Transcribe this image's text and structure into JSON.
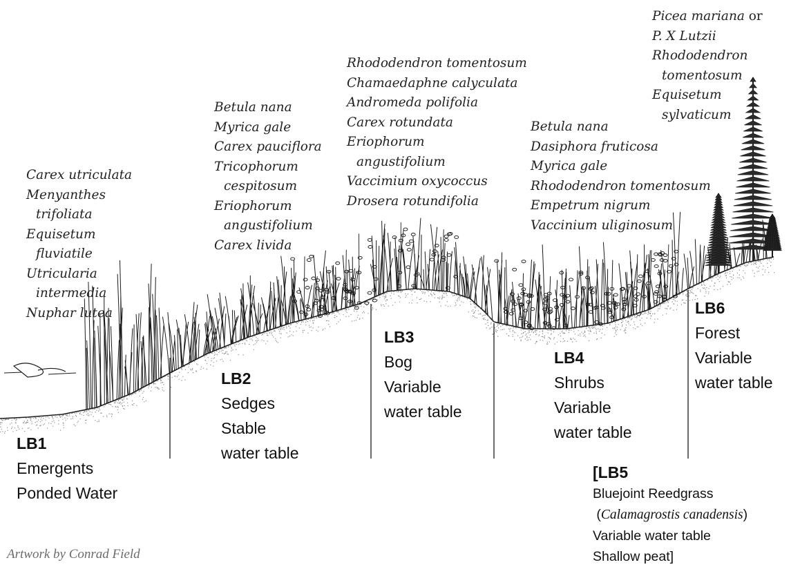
{
  "species_lists": {
    "lb1": [
      {
        "text": "Carex utriculata",
        "indent": false
      },
      {
        "text": "Menyanthes",
        "indent": false
      },
      {
        "text": "trifoliata",
        "indent": true
      },
      {
        "text": "Equisetum",
        "indent": false
      },
      {
        "text": "fluviatile",
        "indent": true
      },
      {
        "text": "Utricularia",
        "indent": false
      },
      {
        "text": "intermedia",
        "indent": true
      },
      {
        "text": "Nuphar lutea",
        "indent": false
      }
    ],
    "lb2": [
      {
        "text": "Betula nana",
        "indent": false
      },
      {
        "text": "Myrica gale",
        "indent": false
      },
      {
        "text": "Carex pauciflora",
        "indent": false
      },
      {
        "text": "Tricophorum",
        "indent": false
      },
      {
        "text": "cespitosum",
        "indent": true
      },
      {
        "text": "Eriophorum",
        "indent": false
      },
      {
        "text": "angustifolium",
        "indent": true
      },
      {
        "text": "Carex livida",
        "indent": false
      }
    ],
    "lb3": [
      {
        "text": "Rhododendron tomentosum",
        "indent": false
      },
      {
        "text": "Chamaedaphne calyculata",
        "indent": false
      },
      {
        "text": "Andromeda polifolia",
        "indent": false
      },
      {
        "text": "Carex rotundata",
        "indent": false
      },
      {
        "text": "Eriophorum",
        "indent": false
      },
      {
        "text": "angustifolium",
        "indent": true
      },
      {
        "text": "Vaccimium oxycoccus",
        "indent": false
      },
      {
        "text": "Drosera rotundifolia",
        "indent": false
      }
    ],
    "lb4": [
      {
        "text": "Betula nana",
        "indent": false
      },
      {
        "text": "Dasiphora fruticosa",
        "indent": false
      },
      {
        "text": "Myrica gale",
        "indent": false
      },
      {
        "text": "Rhododendron tomentosum",
        "indent": false
      },
      {
        "text": "Empetrum nigrum",
        "indent": false
      },
      {
        "text": "Vaccinium uliginosum",
        "indent": false
      }
    ],
    "lb6": {
      "first_italic": "Picea mariana",
      "first_plain": " or",
      "rest": [
        {
          "text": "P. X Lutzii",
          "indent": false
        },
        {
          "text": "Rhododendron",
          "indent": false
        },
        {
          "text": "tomentosum",
          "indent": true
        },
        {
          "text": "Equisetum",
          "indent": false
        },
        {
          "text": "sylvaticum",
          "indent": true
        }
      ]
    }
  },
  "zones": {
    "lb1": {
      "code": "LB1",
      "line1": "Emergents",
      "line2": "Ponded Water"
    },
    "lb2": {
      "code": "LB2",
      "line1": "Sedges",
      "line2": "Stable",
      "line3": "water table"
    },
    "lb3": {
      "code": "LB3",
      "line1": "Bog",
      "line2": "Variable",
      "line3": "water table"
    },
    "lb4": {
      "code": "LB4",
      "line1": "Shrubs",
      "line2": "Variable",
      "line3": "water table"
    },
    "lb5": {
      "bracket_open": "[",
      "code": "LB5",
      "line1": "Bluejoint Reedgrass",
      "line2_open": "(",
      "line2_italic": "Calamagrostis canadensis",
      "line2_close": ")",
      "line3": "Variable water table",
      "line4": "Shallow peat",
      "bracket_close": "]"
    },
    "lb6": {
      "code": "LB6",
      "line1": "Forest",
      "line2": "Variable",
      "line3": "water table"
    }
  },
  "credit": "Artwork by Conrad Field",
  "colors": {
    "ink": "#1a1a1a",
    "stipple": "#8a8a8a",
    "credit": "#6b6b6b"
  }
}
